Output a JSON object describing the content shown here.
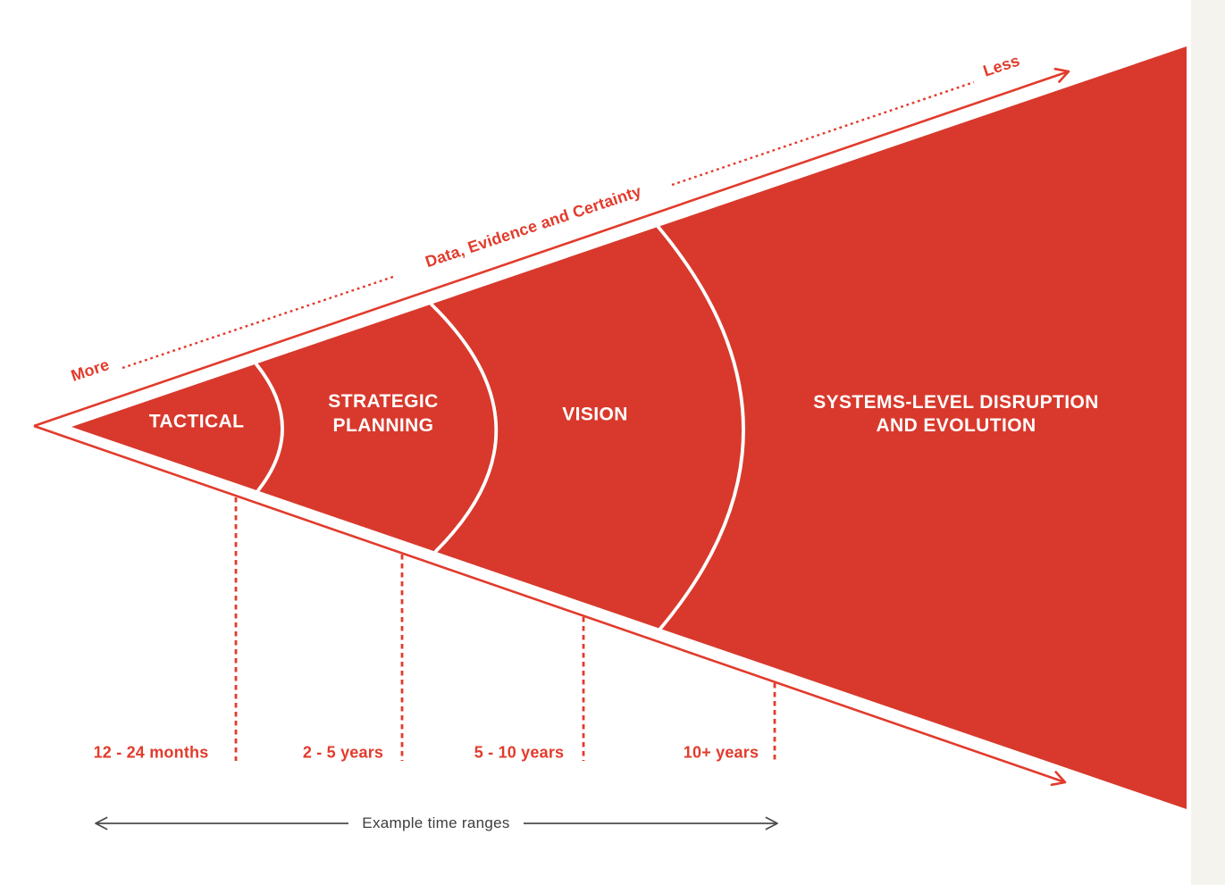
{
  "colors": {
    "red_fill": "#d8392c",
    "red_accent": "#e23b2c",
    "white": "#ffffff",
    "dark_text": "#3d3d3d",
    "right_strip": "#f4f3ee"
  },
  "top_axis": {
    "more_label": "More",
    "title": "Data, Evidence and Certainty",
    "less_label": "Less"
  },
  "segments": [
    {
      "label": "TACTICAL",
      "line1": "TACTICAL",
      "line2": "",
      "time_range": "12 - 24 months"
    },
    {
      "label": "STRATEGIC PLANNING",
      "line1": "STRATEGIC",
      "line2": "PLANNING",
      "time_range": "2 - 5 years"
    },
    {
      "label": "VISION",
      "line1": "VISION",
      "line2": "",
      "time_range": "5 - 10 years"
    },
    {
      "label": "SYSTEMS-LEVEL DISRUPTION AND EVOLUTION",
      "line1": "SYSTEMS-LEVEL DISRUPTION",
      "line2": "AND EVOLUTION",
      "time_range": "10+ years"
    }
  ],
  "timeline": {
    "caption": "Example time ranges"
  }
}
